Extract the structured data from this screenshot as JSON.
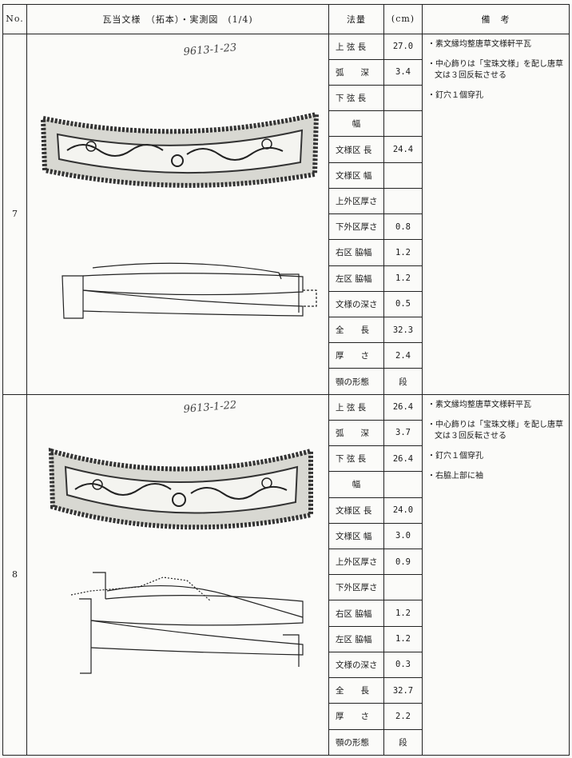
{
  "header": {
    "no": "No.",
    "title": "瓦当文様　（拓本）・実測図　(1/4)",
    "measure": "法量",
    "unit": "(cm)",
    "remarks": "備　考"
  },
  "entries": [
    {
      "no": "7",
      "handwritten_id": "9613-1-23",
      "measurements": [
        {
          "label": "上 弦 長",
          "value": "27.0"
        },
        {
          "label": "弧　　深",
          "value": "3.4"
        },
        {
          "label": "下 弦 長",
          "value": ""
        },
        {
          "label": "幅",
          "value": ""
        },
        {
          "label": "文様区 長",
          "value": "24.4"
        },
        {
          "label": "文様区 幅",
          "value": ""
        },
        {
          "label": "上外区厚さ",
          "value": ""
        },
        {
          "label": "下外区厚さ",
          "value": "0.8"
        },
        {
          "label": "右区 脇幅",
          "value": "1.2"
        },
        {
          "label": "左区 脇幅",
          "value": "1.2"
        },
        {
          "label": "文様の深さ",
          "value": "0.5"
        },
        {
          "label": "全　　長",
          "value": "32.3"
        },
        {
          "label": "厚　　さ",
          "value": "2.4"
        },
        {
          "label": "顎の形態",
          "value": "段"
        }
      ],
      "notes": [
        "・素文縁均整唐草文様軒平瓦",
        "・中心飾りは「宝珠文様」を配し唐草文は３回反転させる",
        "・釘穴１個穿孔"
      ]
    },
    {
      "no": "8",
      "handwritten_id": "9613-1-22",
      "measurements": [
        {
          "label": "上 弦 長",
          "value": "26.4"
        },
        {
          "label": "弧　　深",
          "value": "3.7"
        },
        {
          "label": "下 弦 長",
          "value": "26.4"
        },
        {
          "label": "幅",
          "value": ""
        },
        {
          "label": "文様区 長",
          "value": "24.0"
        },
        {
          "label": "文様区 幅",
          "value": "3.0"
        },
        {
          "label": "上外区厚さ",
          "value": "0.9"
        },
        {
          "label": "下外区厚さ",
          "value": ""
        },
        {
          "label": "右区 脇幅",
          "value": "1.2"
        },
        {
          "label": "左区 脇幅",
          "value": "1.2"
        },
        {
          "label": "文様の深さ",
          "value": "0.3"
        },
        {
          "label": "全　　長",
          "value": "32.7"
        },
        {
          "label": "厚　　さ",
          "value": "2.2"
        },
        {
          "label": "顎の形態",
          "value": "段"
        }
      ],
      "notes": [
        "・素文縁均整唐草文様軒平瓦",
        "・中心飾りは「宝珠文様」を配し唐草文は３回反転させる",
        "・釘穴１個穿孔",
        "・右脇上部に袖"
      ]
    }
  ]
}
